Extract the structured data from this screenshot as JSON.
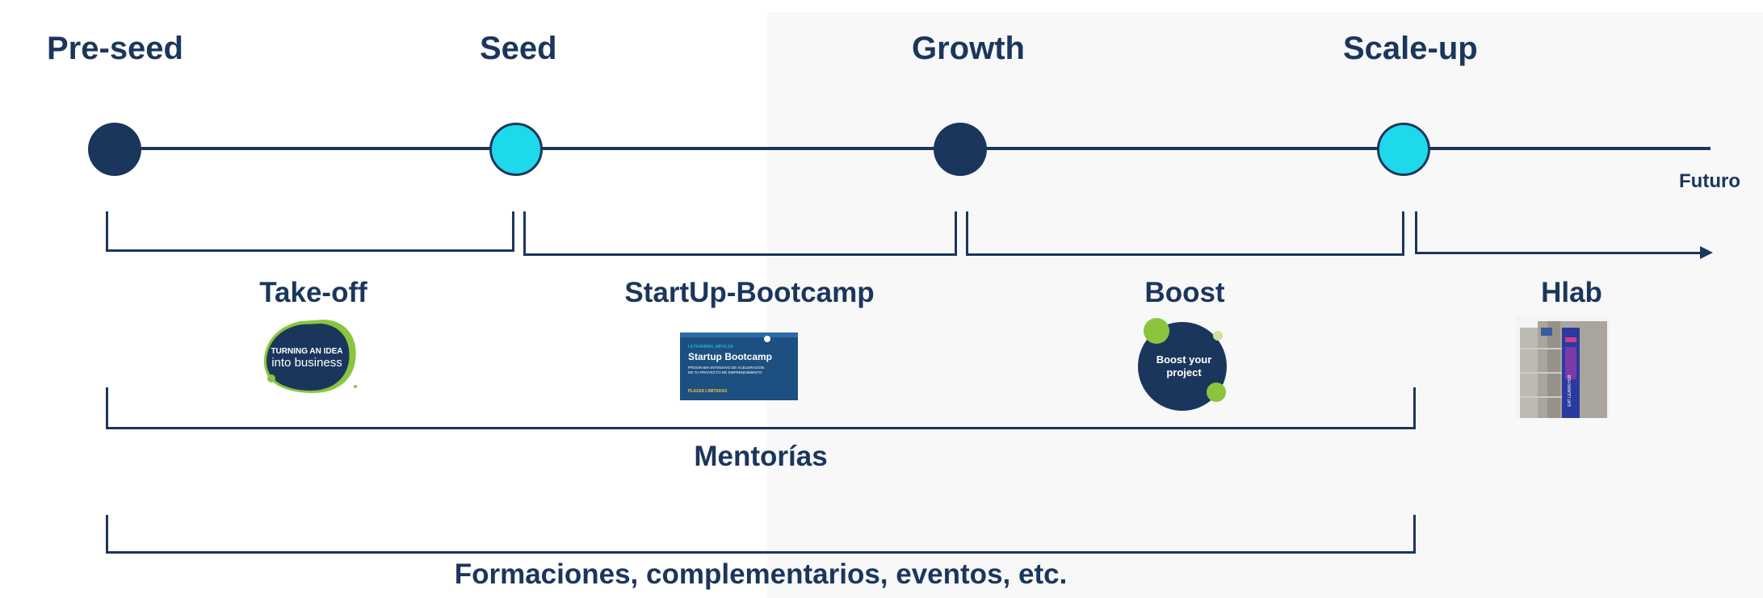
{
  "stages": [
    {
      "label": "Pre-seed",
      "node": "dark"
    },
    {
      "label": "Seed",
      "node": "light"
    },
    {
      "label": "Growth",
      "node": "dark"
    },
    {
      "label": "Scale-up",
      "node": "light"
    }
  ],
  "futuro": "Futuro",
  "programs": [
    {
      "label": "Take-off"
    },
    {
      "label": "StartUp-Bootcamp"
    },
    {
      "label": "Boost"
    },
    {
      "label": "Hlab"
    }
  ],
  "thumbs": {
    "takeoff": {
      "line1": "TURNING AN IDEA",
      "line2": "into business"
    },
    "bootcamp": {
      "kicker": "LA TERMINAL IMPULSA",
      "title": "Startup Bootcamp",
      "line1": "PROGRAMA INTENSIVO DE ACELERACIÓN",
      "line2": "DE TU PROYECTO DE EMPRENDIMIENTO",
      "footer": "PLAZAS LIMITADAS"
    },
    "boost": {
      "line1": "Boost your",
      "line2": "project"
    },
    "hlab": {
      "banner": "EAT LEARN HUB"
    }
  },
  "spans": {
    "mentorias": "Mentorías",
    "formaciones": "Formaciones, complementarios, eventos, etc."
  },
  "colors": {
    "navy": "#1b365d",
    "cyan": "#1ed9ec",
    "lime": "#8bc53f",
    "panel": "#f8f8f8"
  }
}
